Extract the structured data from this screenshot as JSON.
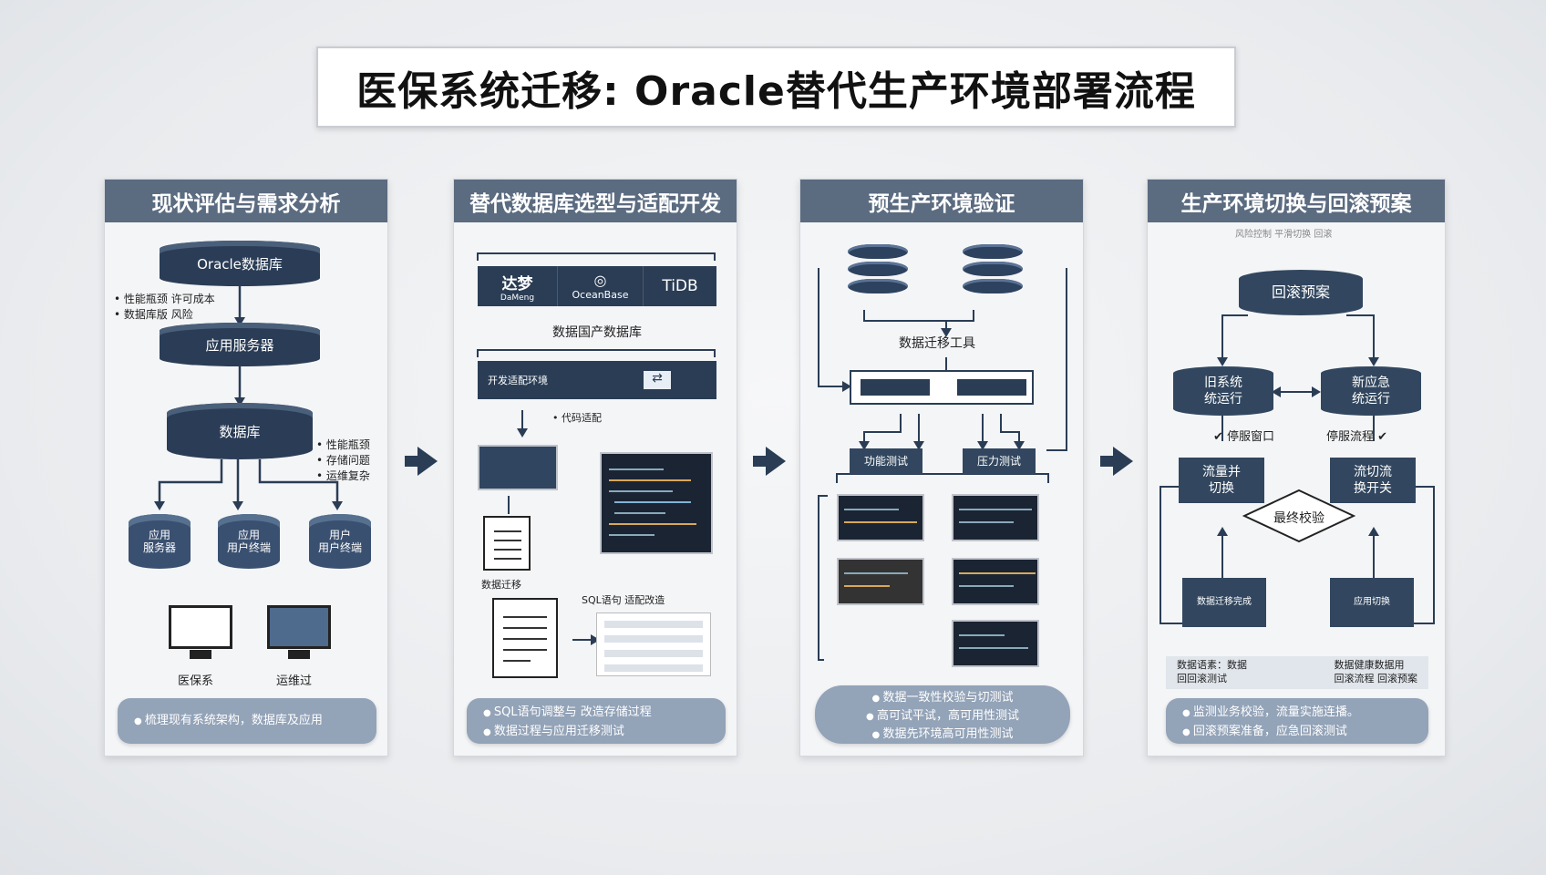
{
  "title": "医保系统迁移: Oracle替代生产环境部署流程",
  "colors": {
    "header": "#5b6b80",
    "dark": "#2a3d55",
    "pill": "#93a3b8",
    "accent": "#3a5070"
  },
  "panels": [
    {
      "header": "现状评估与需求分析",
      "top_db": "Oracle数据库",
      "top_bullets": [
        "性能瓶颈 许可成本",
        "数据库版 风险"
      ],
      "app_server": "应用服务器",
      "database": "数据库",
      "right_bullets": [
        "性能瓶颈",
        "存储问题",
        "运维复杂"
      ],
      "leaves": [
        "应用\n服务器",
        "应用\n用户终端",
        "用户\n用户终端"
      ],
      "monitors": [
        "医保系",
        "运维过"
      ],
      "footer": [
        "梳理现有系统架构，数据库及应用"
      ]
    },
    {
      "header": "替代数据库选型与适配开发",
      "vendors": [
        "达梦",
        "OceanBase",
        "TiDB"
      ],
      "vendor_sub": "DaMeng",
      "group_label": "数据国产数据库",
      "tool_label": "开发适配环境",
      "step_label": "• 代码适配",
      "doc_label": "数据迁移",
      "sql_label": "SQL语句 适配改造",
      "footer": [
        "SQL语句调整与 改造存储过程",
        "数据过程与应用迁移测试"
      ]
    },
    {
      "header": "预生产环境验证",
      "tool_label": "数据迁移工具",
      "nodes": [
        "功能测试",
        "压力测试"
      ],
      "footer": [
        "数据一致性校验与切测试",
        "高可试平试，高可用性测试",
        "数据先环境高可用性测试"
      ]
    },
    {
      "header": "生产环境切换与回滚预案",
      "subtitle": "风险控制 平滑切换 回滚",
      "rollback": "回滚预案",
      "old_sys": "旧系统\n统运行",
      "new_sys": "新应急\n统运行",
      "left_tag": "停服窗口",
      "right_tag": "停服流程",
      "switch_left": "流量并\n切换",
      "switch_right": "流切流\n换开关",
      "verify": "最终校验",
      "bottom_left": "数据迁移完成",
      "bottom_right": "应用切换",
      "status_left": [
        "数据语素：数据",
        "回回滚测试"
      ],
      "status_right": [
        "数据健康数据用",
        "回滚流程 回滚预案"
      ],
      "footer": [
        "监测业务校验，流量实施连播。",
        "回滚预案准备，应急回滚测试"
      ]
    }
  ]
}
